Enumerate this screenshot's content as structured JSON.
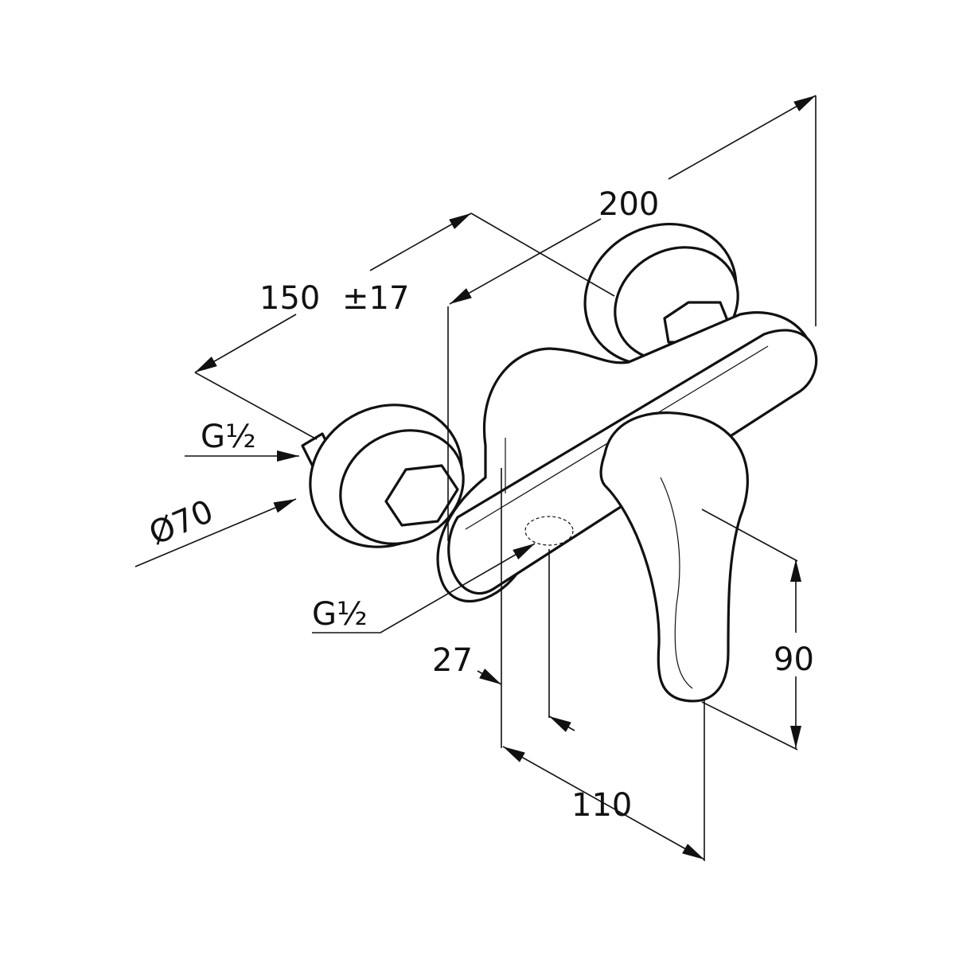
{
  "drawing": {
    "dimensions": {
      "length_total": "200",
      "centre_distance": "150",
      "centre_tolerance": "±17",
      "rosette_diameter": "Ø70",
      "inlet_thread": "G½",
      "outlet_thread": "G½",
      "outlet_offset": "27",
      "projection": "110",
      "handle_height": "90"
    },
    "line_color": "#111111",
    "background": "#ffffff"
  }
}
